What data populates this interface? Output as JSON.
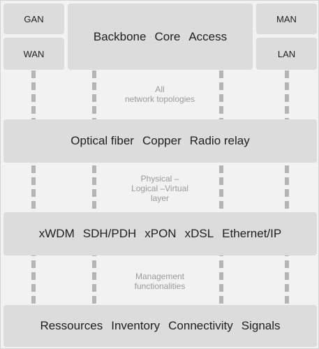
{
  "network_classes": {
    "left": [
      "GAN",
      "WAN"
    ],
    "right": [
      "MAN",
      "LAN"
    ],
    "center": [
      "Backbone",
      "Core",
      "Access"
    ]
  },
  "notes": {
    "topologies": [
      "All",
      "network topologies"
    ],
    "layers": [
      "Physical –",
      "Logical –Virtual",
      "layer"
    ],
    "management": [
      "Management",
      "functionalities"
    ]
  },
  "media_band": [
    "Optical fiber",
    "Copper",
    "Radio relay"
  ],
  "technology_band": [
    "xWDM",
    "SDH/PDH",
    "xPON",
    "xDSL",
    "Ethernet/IP"
  ],
  "management_band": [
    "Ressources",
    "Inventory",
    "Connectivity",
    "Signals"
  ]
}
